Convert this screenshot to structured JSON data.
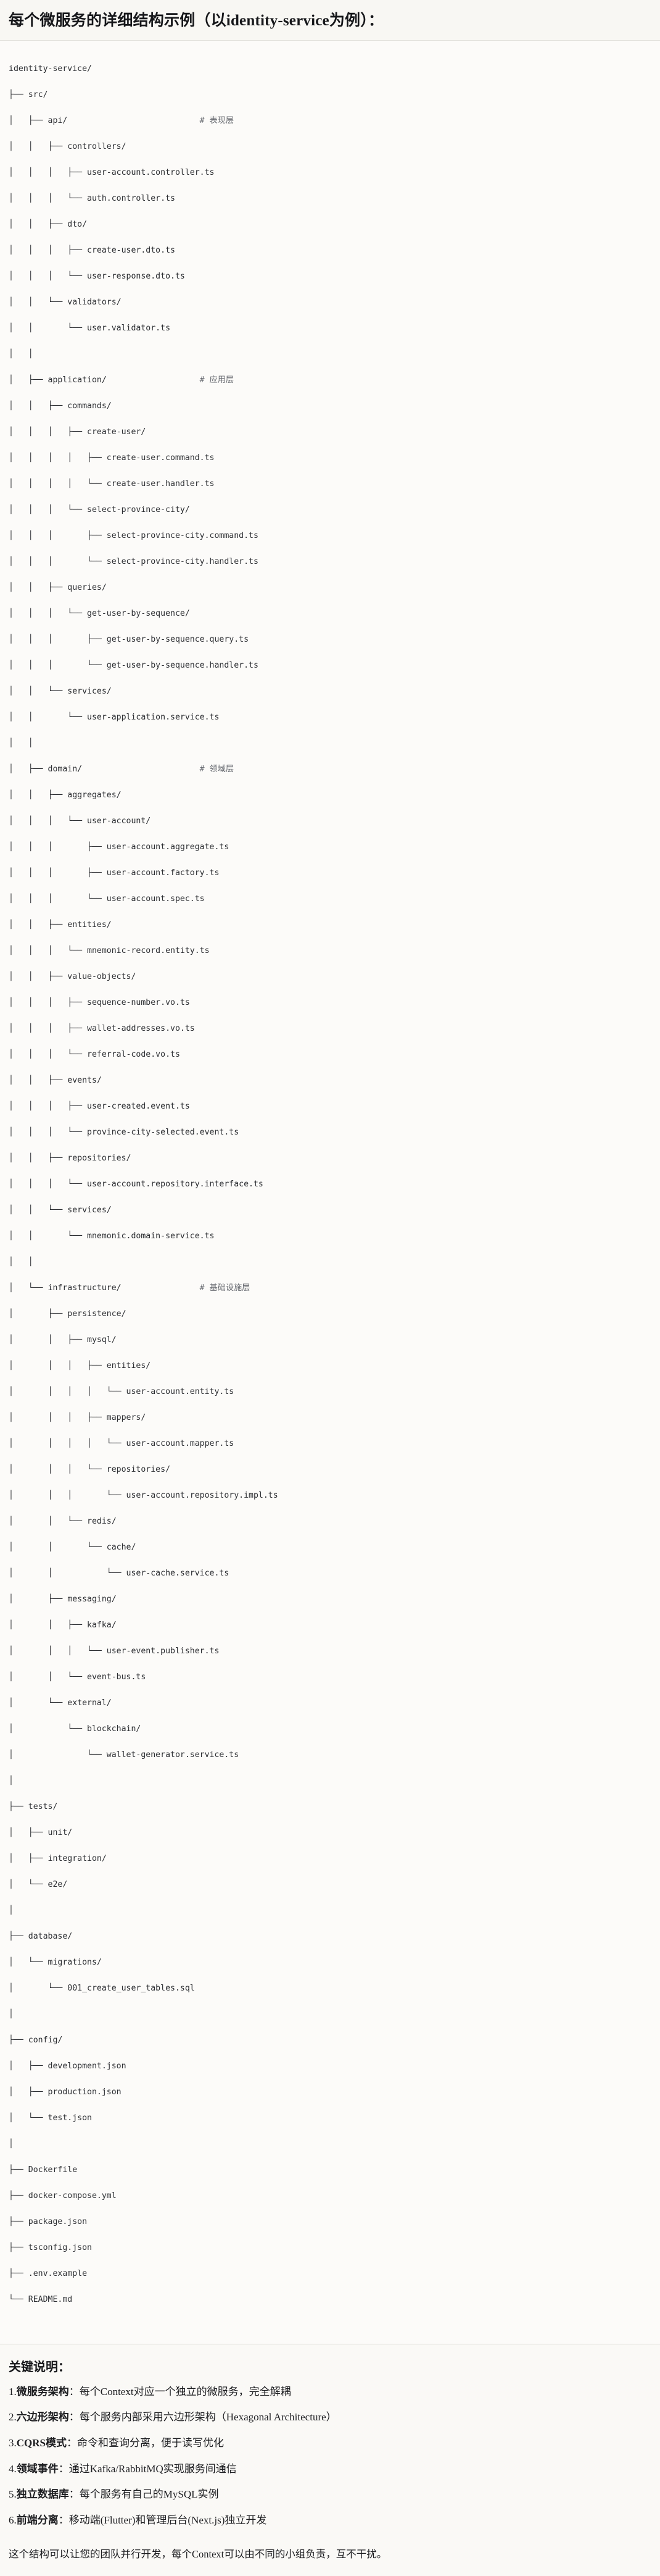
{
  "header": {
    "title": "每个微服务的详细结构示例（以identity-service为例）："
  },
  "tree": {
    "root": "identity-service/",
    "lines": [
      {
        "path": "identity-service/",
        "comment": ""
      },
      {
        "path": "├── src/",
        "comment": ""
      },
      {
        "path": "│   ├── api/",
        "comment": "# 表现层"
      },
      {
        "path": "│   │   ├── controllers/",
        "comment": ""
      },
      {
        "path": "│   │   │   ├── user-account.controller.ts",
        "comment": ""
      },
      {
        "path": "│   │   │   └── auth.controller.ts",
        "comment": ""
      },
      {
        "path": "│   │   ├── dto/",
        "comment": ""
      },
      {
        "path": "│   │   │   ├── create-user.dto.ts",
        "comment": ""
      },
      {
        "path": "│   │   │   └── user-response.dto.ts",
        "comment": ""
      },
      {
        "path": "│   │   └── validators/",
        "comment": ""
      },
      {
        "path": "│   │       └── user.validator.ts",
        "comment": ""
      },
      {
        "path": "│   │",
        "comment": ""
      },
      {
        "path": "│   ├── application/",
        "comment": "# 应用层"
      },
      {
        "path": "│   │   ├── commands/",
        "comment": ""
      },
      {
        "path": "│   │   │   ├── create-user/",
        "comment": ""
      },
      {
        "path": "│   │   │   │   ├── create-user.command.ts",
        "comment": ""
      },
      {
        "path": "│   │   │   │   └── create-user.handler.ts",
        "comment": ""
      },
      {
        "path": "│   │   │   └── select-province-city/",
        "comment": ""
      },
      {
        "path": "│   │   │       ├── select-province-city.command.ts",
        "comment": ""
      },
      {
        "path": "│   │   │       └── select-province-city.handler.ts",
        "comment": ""
      },
      {
        "path": "│   │   ├── queries/",
        "comment": ""
      },
      {
        "path": "│   │   │   └── get-user-by-sequence/",
        "comment": ""
      },
      {
        "path": "│   │   │       ├── get-user-by-sequence.query.ts",
        "comment": ""
      },
      {
        "path": "│   │   │       └── get-user-by-sequence.handler.ts",
        "comment": ""
      },
      {
        "path": "│   │   └── services/",
        "comment": ""
      },
      {
        "path": "│   │       └── user-application.service.ts",
        "comment": ""
      },
      {
        "path": "│   │",
        "comment": ""
      },
      {
        "path": "│   ├── domain/",
        "comment": "# 领域层"
      },
      {
        "path": "│   │   ├── aggregates/",
        "comment": ""
      },
      {
        "path": "│   │   │   └── user-account/",
        "comment": ""
      },
      {
        "path": "│   │   │       ├── user-account.aggregate.ts",
        "comment": ""
      },
      {
        "path": "│   │   │       ├── user-account.factory.ts",
        "comment": ""
      },
      {
        "path": "│   │   │       └── user-account.spec.ts",
        "comment": ""
      },
      {
        "path": "│   │   ├── entities/",
        "comment": ""
      },
      {
        "path": "│   │   │   └── mnemonic-record.entity.ts",
        "comment": ""
      },
      {
        "path": "│   │   ├── value-objects/",
        "comment": ""
      },
      {
        "path": "│   │   │   ├── sequence-number.vo.ts",
        "comment": ""
      },
      {
        "path": "│   │   │   ├── wallet-addresses.vo.ts",
        "comment": ""
      },
      {
        "path": "│   │   │   └── referral-code.vo.ts",
        "comment": ""
      },
      {
        "path": "│   │   ├── events/",
        "comment": ""
      },
      {
        "path": "│   │   │   ├── user-created.event.ts",
        "comment": ""
      },
      {
        "path": "│   │   │   └── province-city-selected.event.ts",
        "comment": ""
      },
      {
        "path": "│   │   ├── repositories/",
        "comment": ""
      },
      {
        "path": "│   │   │   └── user-account.repository.interface.ts",
        "comment": ""
      },
      {
        "path": "│   │   └── services/",
        "comment": ""
      },
      {
        "path": "│   │       └── mnemonic.domain-service.ts",
        "comment": ""
      },
      {
        "path": "│   │",
        "comment": ""
      },
      {
        "path": "│   └── infrastructure/",
        "comment": "# 基础设施层"
      },
      {
        "path": "│       ├── persistence/",
        "comment": ""
      },
      {
        "path": "│       │   ├── mysql/",
        "comment": ""
      },
      {
        "path": "│       │   │   ├── entities/",
        "comment": ""
      },
      {
        "path": "│       │   │   │   └── user-account.entity.ts",
        "comment": ""
      },
      {
        "path": "│       │   │   ├── mappers/",
        "comment": ""
      },
      {
        "path": "│       │   │   │   └── user-account.mapper.ts",
        "comment": ""
      },
      {
        "path": "│       │   │   └── repositories/",
        "comment": ""
      },
      {
        "path": "│       │   │       └── user-account.repository.impl.ts",
        "comment": ""
      },
      {
        "path": "│       │   └── redis/",
        "comment": ""
      },
      {
        "path": "│       │       └── cache/",
        "comment": ""
      },
      {
        "path": "│       │           └── user-cache.service.ts",
        "comment": ""
      },
      {
        "path": "│       ├── messaging/",
        "comment": ""
      },
      {
        "path": "│       │   ├── kafka/",
        "comment": ""
      },
      {
        "path": "│       │   │   └── user-event.publisher.ts",
        "comment": ""
      },
      {
        "path": "│       │   └── event-bus.ts",
        "comment": ""
      },
      {
        "path": "│       └── external/",
        "comment": ""
      },
      {
        "path": "│           └── blockchain/",
        "comment": ""
      },
      {
        "path": "│               └── wallet-generator.service.ts",
        "comment": ""
      },
      {
        "path": "│",
        "comment": ""
      },
      {
        "path": "├── tests/",
        "comment": ""
      },
      {
        "path": "│   ├── unit/",
        "comment": ""
      },
      {
        "path": "│   ├── integration/",
        "comment": ""
      },
      {
        "path": "│   └── e2e/",
        "comment": ""
      },
      {
        "path": "│",
        "comment": ""
      },
      {
        "path": "├── database/",
        "comment": ""
      },
      {
        "path": "│   └── migrations/",
        "comment": ""
      },
      {
        "path": "│       └── 001_create_user_tables.sql",
        "comment": ""
      },
      {
        "path": "│",
        "comment": ""
      },
      {
        "path": "├── config/",
        "comment": ""
      },
      {
        "path": "│   ├── development.json",
        "comment": ""
      },
      {
        "path": "│   ├── production.json",
        "comment": ""
      },
      {
        "path": "│   └── test.json",
        "comment": ""
      },
      {
        "path": "│",
        "comment": ""
      },
      {
        "path": "├── Dockerfile",
        "comment": ""
      },
      {
        "path": "├── docker-compose.yml",
        "comment": ""
      },
      {
        "path": "├── package.json",
        "comment": ""
      },
      {
        "path": "├── tsconfig.json",
        "comment": ""
      },
      {
        "path": "├── .env.example",
        "comment": ""
      },
      {
        "path": "└── README.md",
        "comment": ""
      }
    ]
  },
  "keys": {
    "title": "关键说明：",
    "items": [
      {
        "num": "1.",
        "term": "微服务架构",
        "desc": "：每个Context对应一个独立的微服务，完全解耦"
      },
      {
        "num": "2.",
        "term": "六边形架构",
        "desc": "：每个服务内部采用六边形架构（Hexagonal Architecture）"
      },
      {
        "num": "3.",
        "term": "CQRS模式",
        "desc": "：命令和查询分离，便于读写优化"
      },
      {
        "num": "4.",
        "term": "领域事件",
        "desc": "：通过Kafka/RabbitMQ实现服务间通信"
      },
      {
        "num": "5.",
        "term": "独立数据库",
        "desc": "：每个服务有自己的MySQL实例"
      },
      {
        "num": "6.",
        "term": "前端分离",
        "desc": "：移动端(Flutter)和管理后台(Next.js)独立开发"
      }
    ]
  },
  "footer": {
    "note": "这个结构可以让您的团队并行开发，每个Context可以由不同的小组负责，互不干扰。"
  },
  "colors": {
    "page_background": "#fbfaf8",
    "header_background": "#f8f7f3",
    "tree_text": "#2b2d31",
    "comment_text": "#6a6d73",
    "divider": "#dedcd6"
  }
}
